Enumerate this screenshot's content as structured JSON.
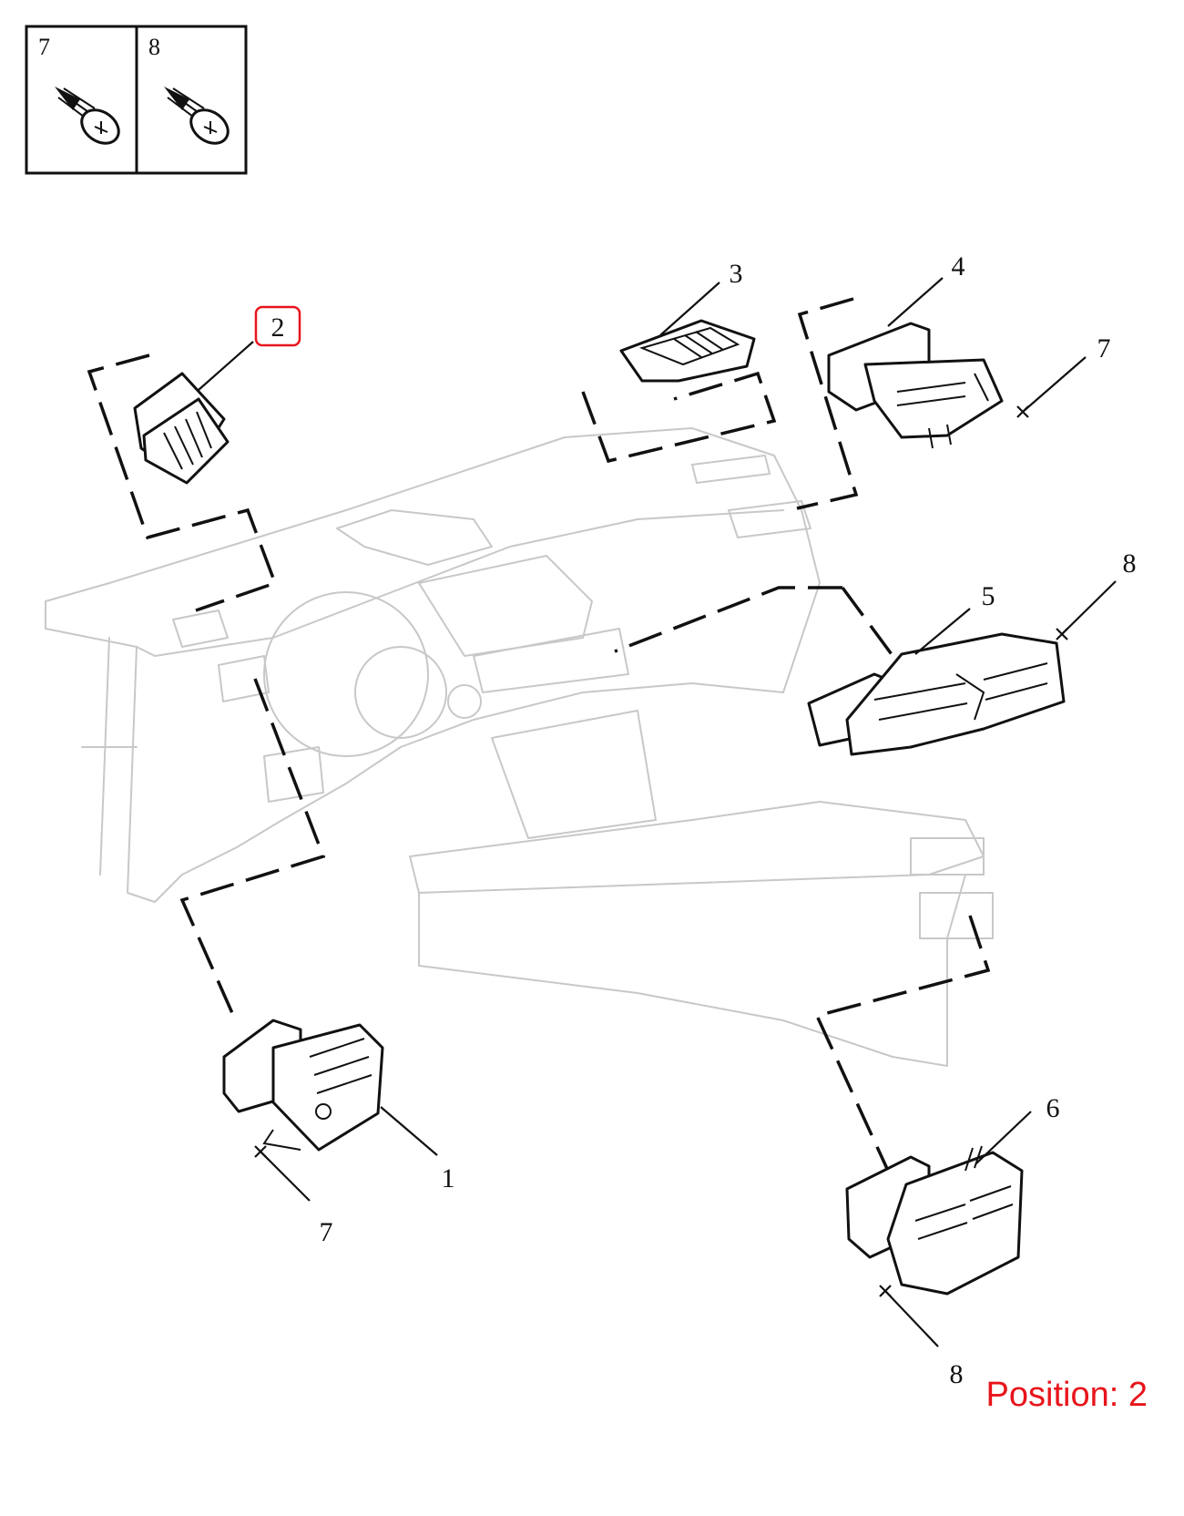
{
  "fastener_box": {
    "cells": [
      {
        "label": "7",
        "icon": "screw-icon"
      },
      {
        "label": "8",
        "icon": "screw-icon"
      }
    ]
  },
  "callouts": {
    "part_1": "1",
    "part_2": "2",
    "part_3": "3",
    "part_4": "4",
    "part_5": "5",
    "part_6": "6",
    "screw_7_top": "7",
    "screw_7_bottom": "7",
    "screw_8_top": "8",
    "screw_8_bottom": "8"
  },
  "highlight": {
    "part": "2",
    "color": "#e8141b"
  },
  "position_label": "Position: 2"
}
